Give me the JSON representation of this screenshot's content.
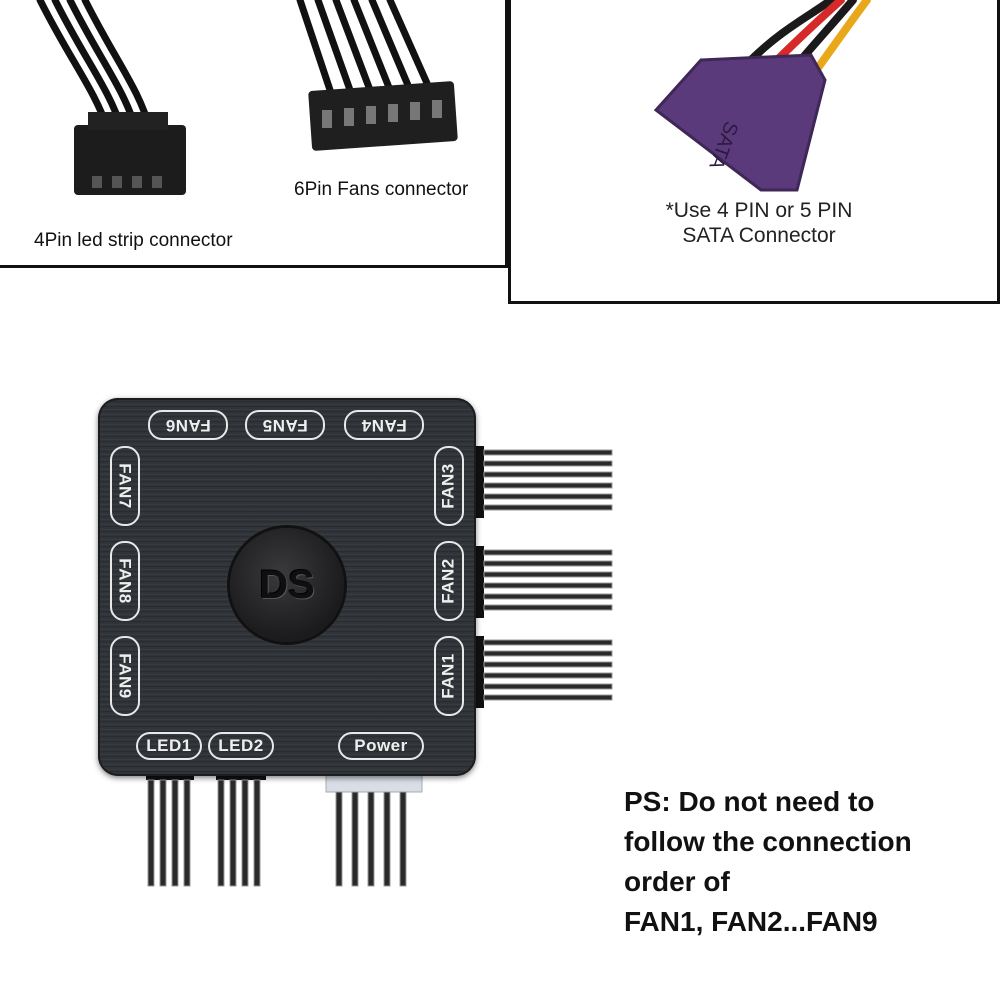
{
  "captions": {
    "led_strip": "4Pin led strip connector",
    "fans": "6Pin Fans connector",
    "sata_line1": "*Use 4 PIN or 5 PIN",
    "sata_line2": "SATA Connector",
    "sata_print": "SATA"
  },
  "hub": {
    "logo": "DS",
    "top_labels": [
      "FAN6",
      "FAN5",
      "FAN4"
    ],
    "left_labels": [
      "FAN7",
      "FAN8",
      "FAN9"
    ],
    "right_labels": [
      "FAN3",
      "FAN2",
      "FAN1"
    ],
    "bottom_labels": [
      "LED1",
      "LED2",
      "Power"
    ]
  },
  "note": {
    "line1": "PS: Do not need to",
    "line2": "follow the connection",
    "line3": "order of",
    "line4": "FAN1, FAN2...FAN9"
  },
  "colors": {
    "sata_body": "#5a3a7a",
    "wire_red": "#d62a2a",
    "wire_yellow": "#e8a81a",
    "wire_black": "#1a1a1a"
  }
}
